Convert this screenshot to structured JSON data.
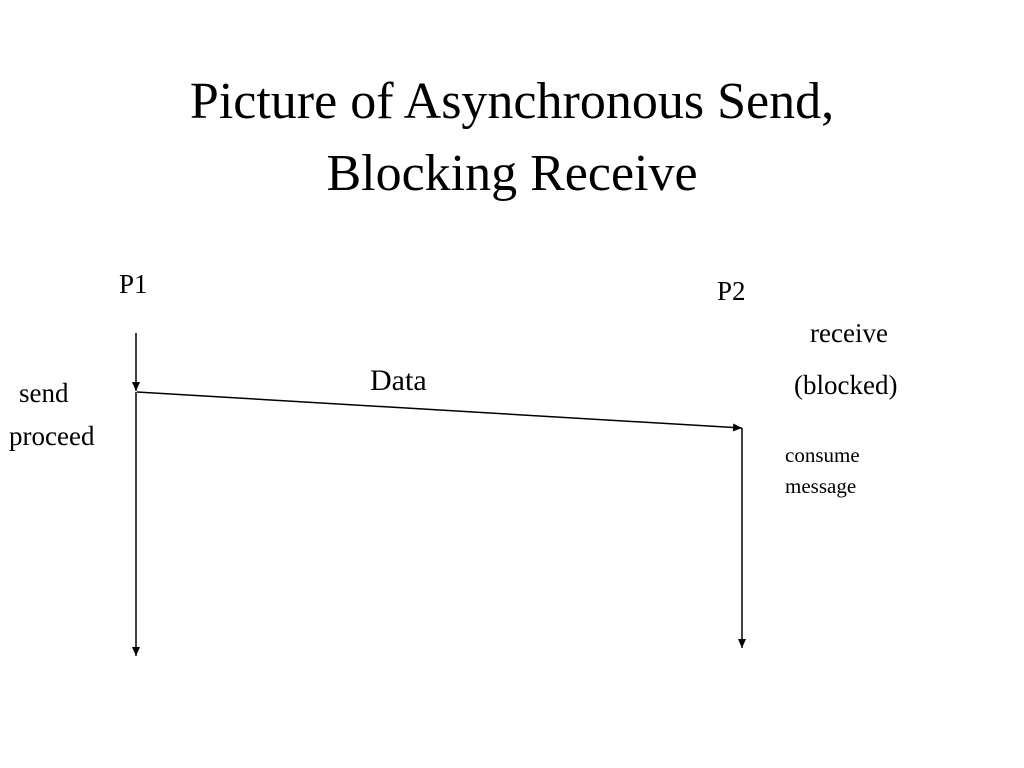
{
  "title": {
    "line1": "Picture of Asynchronous Send,",
    "line2": "Blocking Receive"
  },
  "diagram": {
    "processes": {
      "p1": "P1",
      "p2": "P2"
    },
    "message_label": "Data",
    "p1_events": {
      "send": "send",
      "proceed": "proceed"
    },
    "p2_events": {
      "receive": "receive",
      "blocked": "(blocked)",
      "consume_line1": "consume",
      "consume_line2": "message"
    }
  }
}
